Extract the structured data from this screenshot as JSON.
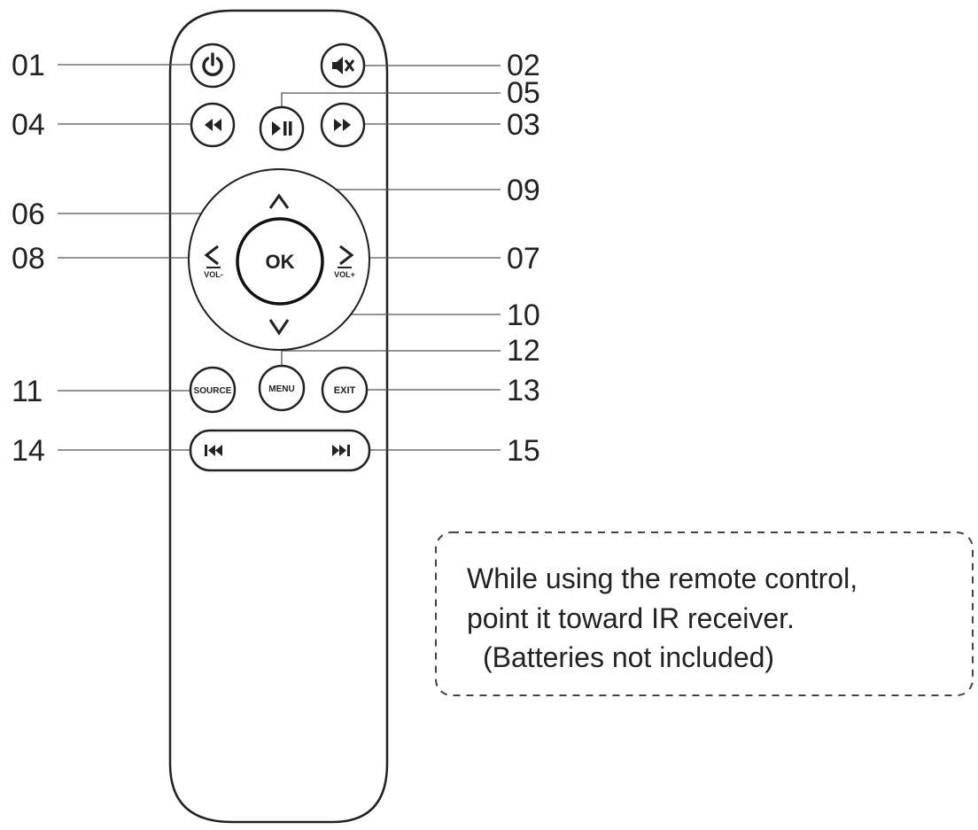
{
  "callouts": {
    "c01": "01",
    "c02": "02",
    "c03": "03",
    "c04": "04",
    "c05": "05",
    "c06": "06",
    "c07": "07",
    "c08": "08",
    "c09": "09",
    "c10": "10",
    "c11": "11",
    "c12": "12",
    "c13": "13",
    "c14": "14",
    "c15": "15"
  },
  "buttons": {
    "ok": "OK",
    "vol_minus": "VOL-",
    "vol_plus": "VOL+",
    "source": "SOURCE",
    "menu": "MENU",
    "exit": "EXIT"
  },
  "note": {
    "line1": "While using the remote control,",
    "line2": "point it toward IR receiver.",
    "line3": "(Batteries not included)"
  },
  "icons": {
    "power": "power-icon",
    "mute": "mute-icon",
    "rewind": "rewind-icon",
    "play_pause": "play-pause-icon",
    "fast_forward": "fast-forward-icon",
    "up": "chevron-up-icon",
    "down": "chevron-down-icon",
    "left": "chevron-left-icon",
    "right": "chevron-right-icon",
    "previous": "previous-track-icon",
    "next": "next-track-icon"
  },
  "colors": {
    "ink": "#222222",
    "background": "#ffffff"
  }
}
